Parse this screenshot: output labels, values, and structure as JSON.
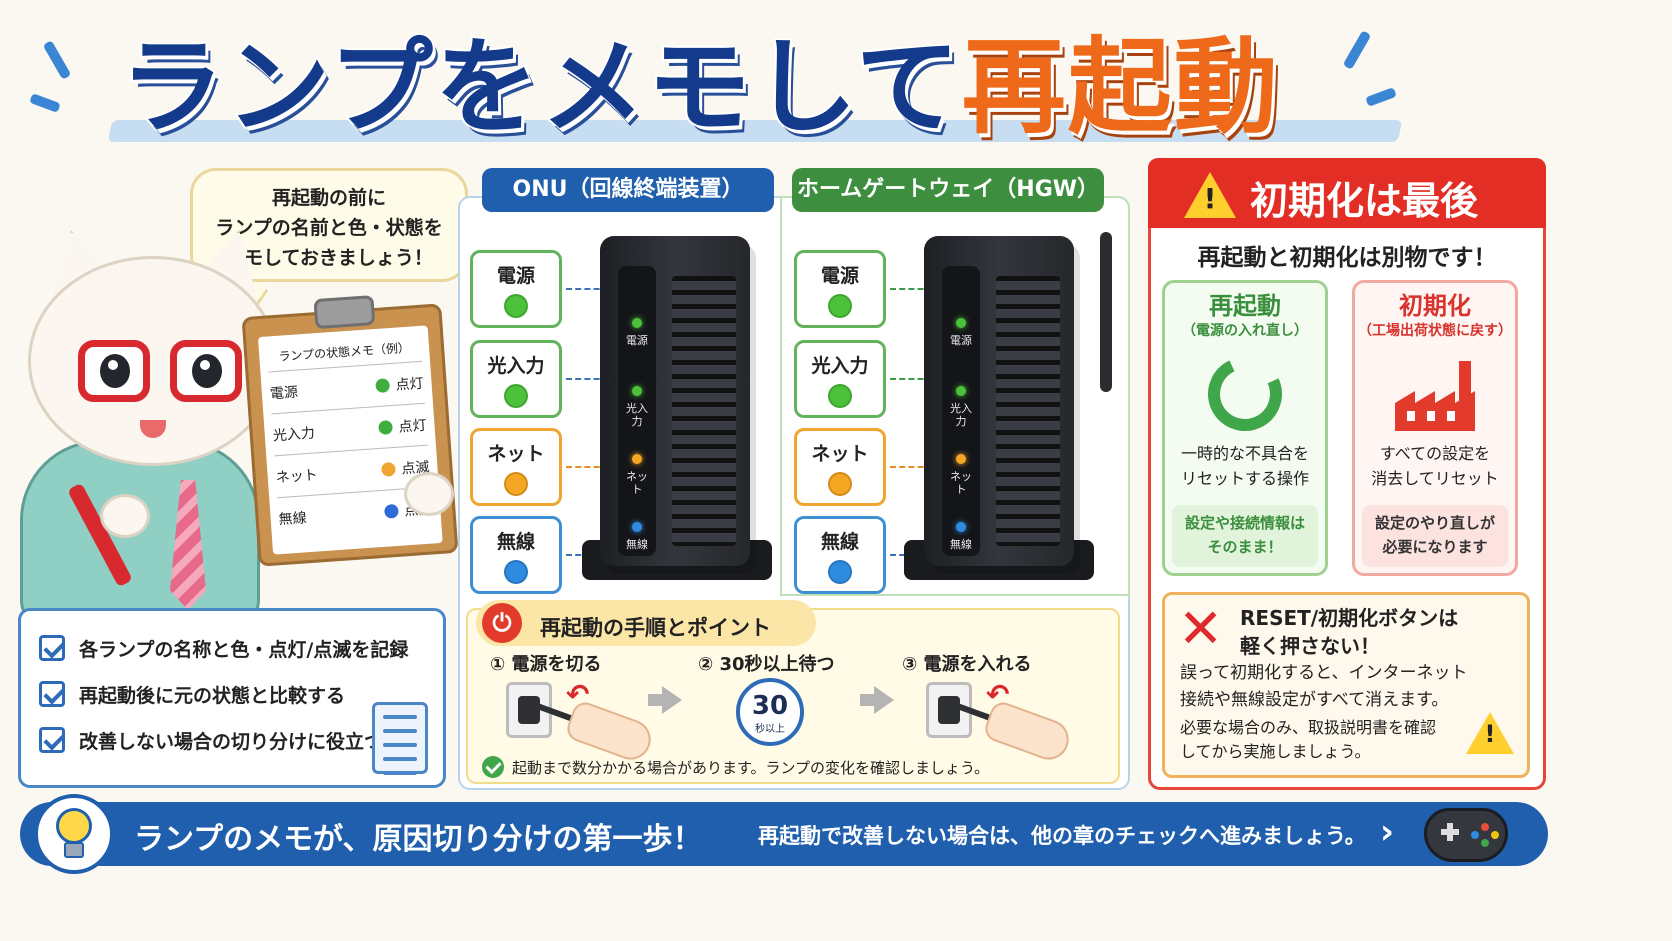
{
  "title": {
    "part1": "ランプをメモして",
    "part2": "再起動"
  },
  "bubble": {
    "line1": "再起動の前に",
    "line2": "ランプの名前と色・状態を",
    "line3": "メモしておきましょう！"
  },
  "memo": {
    "title": "ランプの状態メモ（例）",
    "rows": [
      {
        "name": "電源",
        "state": "点灯",
        "color": "#3fae3f"
      },
      {
        "name": "光入力",
        "state": "点灯",
        "color": "#3fae3f"
      },
      {
        "name": "ネット",
        "state": "点滅",
        "color": "#f0a531"
      },
      {
        "name": "無線",
        "state": "点灯",
        "color": "#2d6bd8"
      }
    ]
  },
  "checklist": [
    "各ランプの名称と色・点灯/点滅を記録",
    "再起動後に元の状態と比較する",
    "改善しない場合の切り分けに役立つ"
  ],
  "onu": {
    "label": "ONU（回線終端装置）",
    "lamps": [
      {
        "name": "電源",
        "color": "#4cc23a"
      },
      {
        "name": "光入力",
        "color": "#4cc23a"
      },
      {
        "name": "ネット",
        "color": "#f5a623"
      },
      {
        "name": "無線",
        "color": "#2f8be0"
      }
    ]
  },
  "hgw": {
    "label": "ホームゲートウェイ（HGW）",
    "lamps": [
      {
        "name": "電源",
        "color": "#4cc23a"
      },
      {
        "name": "光入力",
        "color": "#4cc23a"
      },
      {
        "name": "ネット",
        "color": "#f5a623"
      },
      {
        "name": "無線",
        "color": "#2f8be0"
      }
    ]
  },
  "steps": {
    "title": "再起動の手順とポイント",
    "step1": "① 電源を切る",
    "step2": "② 30秒以上待つ",
    "step3": "③ 電源を入れる",
    "timer_num": "30",
    "timer_unit": "秒以上",
    "note": "起動まで数分かかる場合があります。ランプの変化を確認しましょう。"
  },
  "init": {
    "title": "初期化は最後",
    "subtitle": "再起動と初期化は別物です！",
    "restart": {
      "title": "再起動",
      "sub": "（電源の入れ直し）",
      "desc1": "一時的な不具合を",
      "desc2": "リセットする操作",
      "box1": "設定や接続情報は",
      "box2": "そのまま！"
    },
    "reset": {
      "title": "初期化",
      "sub": "（工場出荷状態に戻す）",
      "desc1": "すべての設定を",
      "desc2": "消去してリセット",
      "box1": "設定のやり直しが",
      "box2": "必要になります"
    },
    "warning": {
      "title1": "RESET/初期化ボタンは",
      "title2": "軽く押さない！",
      "body1": "誤って初期化すると、インターネット",
      "body2": "接続や無線設定がすべて消えます。",
      "body3": "必要な場合のみ、取扱説明書を確認",
      "body4": "してから実施しましょう。"
    }
  },
  "footer": {
    "main": "ランプのメモが、原因切り分けの第一歩！",
    "sub": "再起動で改善しない場合は、他の章のチェックへ進みましょう。"
  },
  "colors": {
    "navy": "#143a8c",
    "orange": "#ee6a1a",
    "blue": "#1f5fae",
    "green": "#3d8f3f",
    "red": "#e32e26"
  }
}
